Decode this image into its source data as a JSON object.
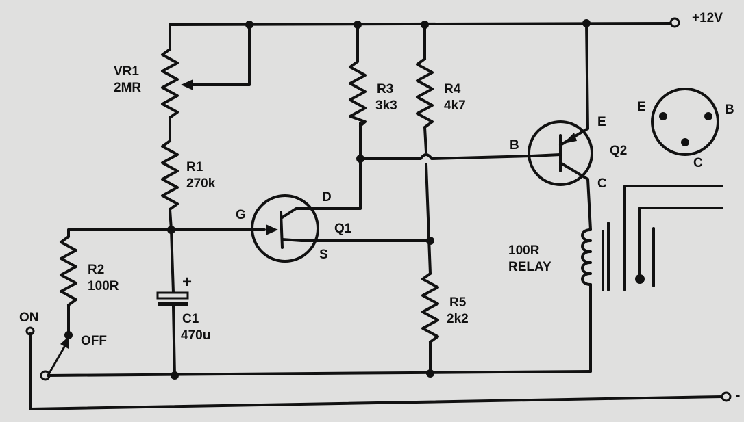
{
  "supply": {
    "label": "+12V"
  },
  "ground": {
    "label": "-"
  },
  "switch": {
    "on_label": "ON",
    "off_label": "OFF"
  },
  "vr1": {
    "ref": "VR1",
    "value": "2MR"
  },
  "r1": {
    "ref": "R1",
    "value": "270k"
  },
  "r2": {
    "ref": "R2",
    "value": "100R"
  },
  "r3": {
    "ref": "R3",
    "value": "3k3"
  },
  "r4": {
    "ref": "R4",
    "value": "4k7"
  },
  "r5": {
    "ref": "R5",
    "value": "2k2"
  },
  "c1": {
    "ref": "C1",
    "value": "470u",
    "polarity": "+"
  },
  "q1": {
    "ref": "Q1",
    "gate": "G",
    "drain": "D",
    "source": "S"
  },
  "q2": {
    "ref": "Q2",
    "base": "B",
    "emitter": "E",
    "collector": "C"
  },
  "pinout": {
    "e": "E",
    "b": "B",
    "c": "C"
  },
  "relay": {
    "value": "100R",
    "label": "RELAY"
  }
}
